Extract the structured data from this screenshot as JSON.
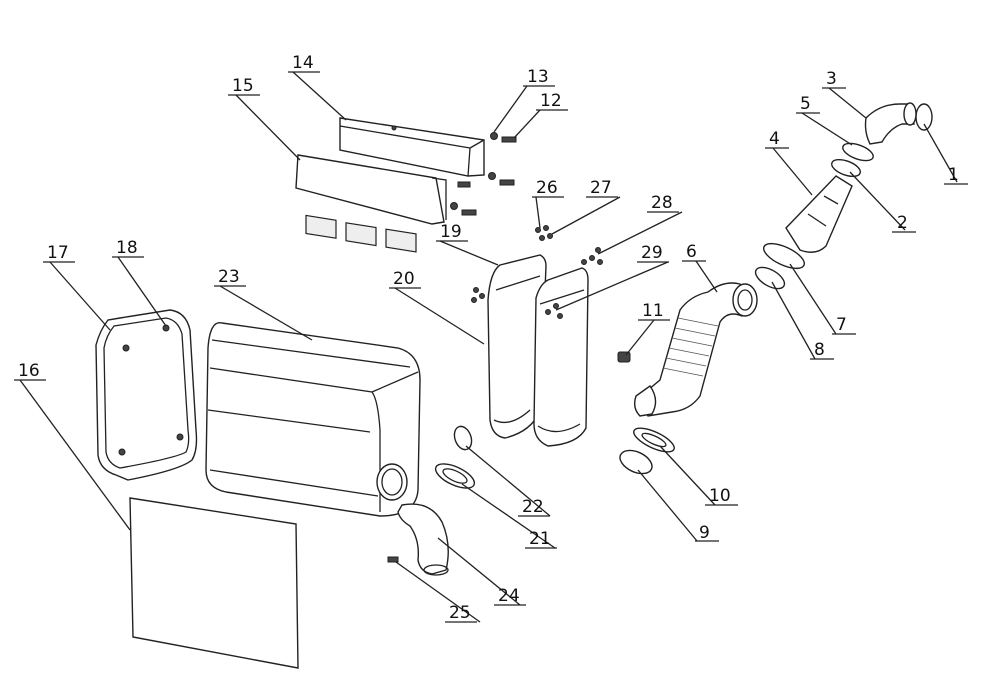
{
  "diagram": {
    "callouts": [
      {
        "id": "1",
        "text": "1"
      },
      {
        "id": "2",
        "text": "2"
      },
      {
        "id": "3",
        "text": "3"
      },
      {
        "id": "4",
        "text": "4"
      },
      {
        "id": "5",
        "text": "5"
      },
      {
        "id": "6",
        "text": "6"
      },
      {
        "id": "7",
        "text": "7"
      },
      {
        "id": "8",
        "text": "8"
      },
      {
        "id": "9",
        "text": "9"
      },
      {
        "id": "10",
        "text": "10"
      },
      {
        "id": "11",
        "text": "11"
      },
      {
        "id": "12",
        "text": "12"
      },
      {
        "id": "13",
        "text": "13"
      },
      {
        "id": "14",
        "text": "14"
      },
      {
        "id": "15",
        "text": "15"
      },
      {
        "id": "16",
        "text": "16"
      },
      {
        "id": "17",
        "text": "17"
      },
      {
        "id": "18",
        "text": "18"
      },
      {
        "id": "19",
        "text": "19"
      },
      {
        "id": "20",
        "text": "20"
      },
      {
        "id": "21",
        "text": "21"
      },
      {
        "id": "22",
        "text": "22"
      },
      {
        "id": "23",
        "text": "23"
      },
      {
        "id": "24",
        "text": "24"
      },
      {
        "id": "25",
        "text": "25"
      },
      {
        "id": "26",
        "text": "26"
      },
      {
        "id": "27",
        "text": "27"
      },
      {
        "id": "28",
        "text": "28"
      },
      {
        "id": "29",
        "text": "29"
      }
    ]
  }
}
